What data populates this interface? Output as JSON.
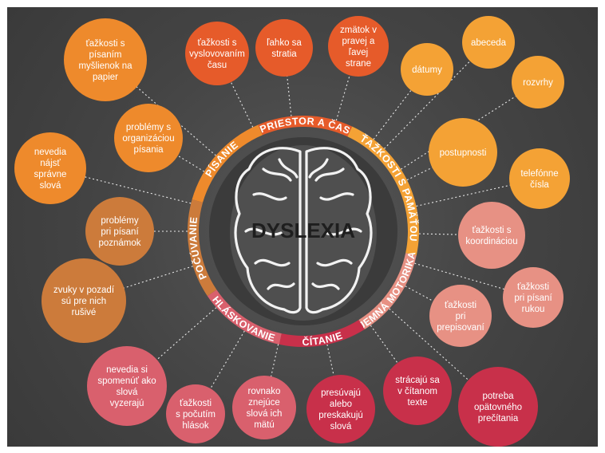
{
  "title": "DYSLEXIA",
  "colors": {
    "background": "#454545",
    "orange_dark": "#e65b2a",
    "orange": "#ee8a2c",
    "orange_light": "#f4a235",
    "brown": "#cc7b3b",
    "pink_light": "#e79184",
    "pink": "#d9606d",
    "crimson": "#c8304a"
  },
  "categories": [
    {
      "id": "priestor",
      "label": "PRIESTOR A ČAS",
      "color": "#e65b2a",
      "items": [
        "ťažkosti s vyslovovaním času",
        "ľahko sa stratia",
        "zmätok v pravej a ľavej strane"
      ]
    },
    {
      "id": "pamat",
      "label": "ŤAŽKOSTI S PAMÄŤOU",
      "color": "#f4a235",
      "items": [
        "dátumy",
        "abeceda",
        "rozvrhy",
        "postupnosti",
        "telefónne čísla"
      ]
    },
    {
      "id": "motorika",
      "label": "JEMNÁ MOTORIKA",
      "color": "#e79184",
      "items": [
        "ťažkosti s koordináciou",
        "ťažkosti pri písaní rukou",
        "ťažkosti pri prepisovaní"
      ]
    },
    {
      "id": "citanie",
      "label": "ČÍTANIE",
      "color": "#c8304a",
      "items": [
        "potreba opätovného prečítania",
        "strácajú sa v čítanom texte",
        "presúvajú alebo preskakujú slová"
      ]
    },
    {
      "id": "hlaskovanie",
      "label": "HLÁSKOVANIE",
      "color": "#d9606d",
      "items": [
        "rovnako znejúce slová ich mätú",
        "ťažkosti s počutím hlások",
        "nevedia si spomenúť ako slová vyzerajú"
      ]
    },
    {
      "id": "pocuvanie",
      "label": "POČÚVANIE",
      "color": "#cc7b3b",
      "items": [
        "zvuky v pozadí sú pre nich rušivé",
        "problémy pri písaní poznámok"
      ]
    },
    {
      "id": "pisanie",
      "label": "PÍSANIE",
      "color": "#ee8a2c",
      "items": [
        "nevedia nájsť správne slová",
        "problémy s organizáciou písania",
        "ťažkosti s písaním myšlienok na papier"
      ]
    }
  ]
}
